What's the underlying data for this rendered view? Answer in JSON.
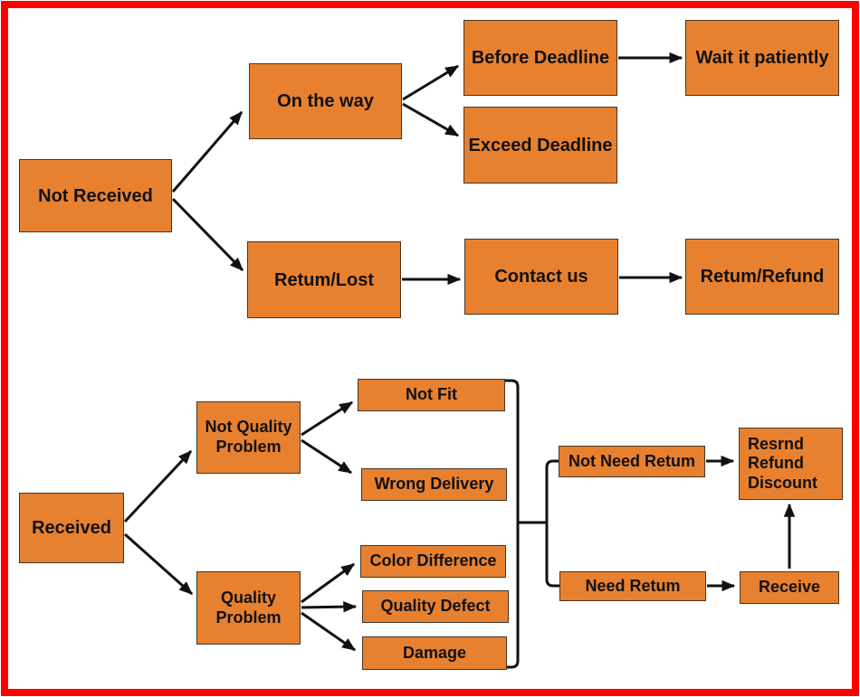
{
  "title": "Not Received / Received return-refund decision flowchart",
  "colors": {
    "frame_border": "#ff0000",
    "node_fill": "#e8812f",
    "node_border": "#42362a",
    "arrow": "#111111",
    "background": "#ffffff",
    "text": "#111111"
  },
  "nodes": {
    "not_received": {
      "label": "Not Received"
    },
    "on_the_way": {
      "label": "On the way"
    },
    "before_deadline": {
      "label": "Before Deadline"
    },
    "wait_it_patiently": {
      "label": "Wait it patiently"
    },
    "exceed_deadline": {
      "label": "Exceed Deadline"
    },
    "retum_lost": {
      "label": "Retum/Lost"
    },
    "contact_us": {
      "label": "Contact us"
    },
    "retum_refund": {
      "label": "Retum/Refund"
    },
    "received": {
      "label": "Received"
    },
    "not_quality_problem": {
      "label": "Not Quality\nProblem"
    },
    "quality_problem": {
      "label": "Quality\nProblem"
    },
    "not_fit": {
      "label": "Not Fit"
    },
    "wrong_delivery": {
      "label": "Wrong Delivery"
    },
    "color_difference": {
      "label": "Color Difference"
    },
    "quality_defect": {
      "label": "Quality Defect"
    },
    "damage": {
      "label": "Damage"
    },
    "not_need_retum": {
      "label": "Not Need Retum"
    },
    "need_retum": {
      "label": "Need Retum"
    },
    "resrnd_refund_discount": {
      "label": "Resrnd\nRefund\nDiscount"
    },
    "receive": {
      "label": "Receive"
    }
  },
  "edges": [
    {
      "from": "not_received",
      "to": "on_the_way"
    },
    {
      "from": "not_received",
      "to": "retum_lost"
    },
    {
      "from": "on_the_way",
      "to": "before_deadline"
    },
    {
      "from": "on_the_way",
      "to": "exceed_deadline"
    },
    {
      "from": "before_deadline",
      "to": "wait_it_patiently"
    },
    {
      "from": "retum_lost",
      "to": "contact_us"
    },
    {
      "from": "contact_us",
      "to": "retum_refund"
    },
    {
      "from": "received",
      "to": "not_quality_problem"
    },
    {
      "from": "received",
      "to": "quality_problem"
    },
    {
      "from": "not_quality_problem",
      "to": "not_fit"
    },
    {
      "from": "not_quality_problem",
      "to": "wrong_delivery"
    },
    {
      "from": "quality_problem",
      "to": "color_difference"
    },
    {
      "from": "quality_problem",
      "to": "quality_defect"
    },
    {
      "from": "quality_problem",
      "to": "damage"
    },
    {
      "from": "group:not_fit,wrong_delivery,color_difference,quality_defect,damage",
      "to": "branch:not_need_retum,need_retum",
      "type": "bracket"
    },
    {
      "from": "not_need_retum",
      "to": "resrnd_refund_discount"
    },
    {
      "from": "need_retum",
      "to": "receive"
    },
    {
      "from": "receive",
      "to": "resrnd_refund_discount"
    }
  ]
}
